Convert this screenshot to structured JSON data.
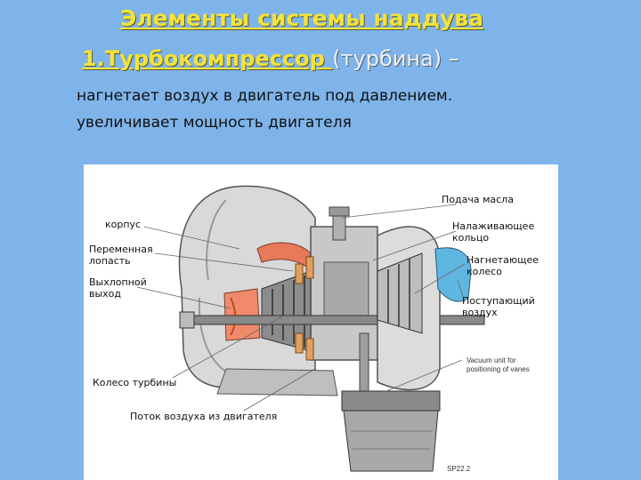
{
  "heading": {
    "title": "Элементы системы наддува",
    "item_name": "1.Турбокомпрессор ",
    "item_paren": "(турбина) –"
  },
  "description": {
    "line1": "нагнетает воздух в двигатель под давлением.",
    "line2": "увеличивает мощность двигателя"
  },
  "figure": {
    "labels": {
      "oil_supply": "Подача масла",
      "housing": "корпус",
      "adjusting_ring": "Налаживающее\nкольцо",
      "variable_vane": "Переменная\nлопасть",
      "exhaust_outlet": "Выхлопной\nвыход",
      "compressor_wheel": "Нагнетающее\nколесо",
      "incoming_air": "Поступающий\nвоздух",
      "turbine_wheel": "Колесо турбины",
      "engine_airflow": "Поток воздуха из двигателя",
      "vacuum_unit": "Vacuum unit for\npositioning of vanes",
      "figure_code": "SP22.2"
    }
  }
}
